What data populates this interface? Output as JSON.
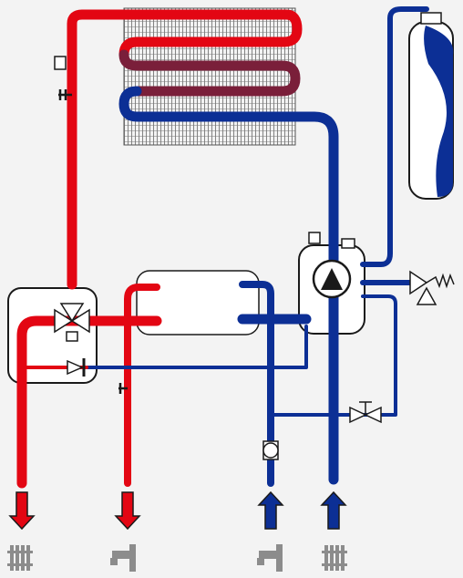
{
  "diagram": {
    "type": "boiler-hydraulic-schematic",
    "colors": {
      "background": "#f3f3f3",
      "hot": "#e30613",
      "cold": "#0c2f95",
      "warm_transition": "#7a1f3a",
      "outline": "#1a1a1a",
      "fill": "#ffffff",
      "icon_gray": "#8c8c8c"
    },
    "components": [
      {
        "name": "primary-heat-exchanger",
        "icon": "finned-coil-exchanger"
      },
      {
        "name": "expansion-vessel",
        "icon": "tank"
      },
      {
        "name": "circulation-pump",
        "icon": "pump-triangle"
      },
      {
        "name": "three-way-valve",
        "icon": "three-way-valve"
      },
      {
        "name": "plate-heat-exchanger",
        "icon": "rounded-box"
      },
      {
        "name": "safety-valve",
        "icon": "relief-valve"
      },
      {
        "name": "bypass-valve",
        "icon": "globe-valve"
      },
      {
        "name": "flow-sensor",
        "icon": "turbine-meter"
      },
      {
        "name": "check-valve",
        "icon": "non-return-valve"
      },
      {
        "name": "temperature-sensor",
        "icon": "probe"
      },
      {
        "name": "air-vent",
        "icon": "air-vent"
      }
    ],
    "connections": [
      {
        "name": "heating-flow-out",
        "icon": "radiator-icon",
        "direction": "out",
        "color": "hot"
      },
      {
        "name": "hot-water-out",
        "icon": "tap-icon",
        "direction": "out",
        "color": "hot"
      },
      {
        "name": "cold-water-in",
        "icon": "tap-icon",
        "direction": "in",
        "color": "cold"
      },
      {
        "name": "heating-return-in",
        "icon": "radiator-icon",
        "direction": "in",
        "color": "cold"
      }
    ]
  }
}
